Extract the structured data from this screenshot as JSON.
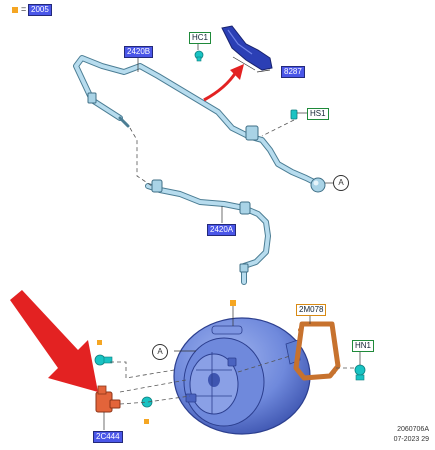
{
  "legend": {
    "marker_color": "#f5a623",
    "equals": "=",
    "code": "2005"
  },
  "labels": {
    "hc1": "HC1",
    "p2420b": "2420B",
    "p8287": "8287",
    "hs1": "HS1",
    "p2420a": "2420A",
    "p2m078": "2M078",
    "hn1": "HN1",
    "p2c444": "2C444"
  },
  "callouts": {
    "a_upper": "A",
    "a_lower": "A"
  },
  "footer": {
    "ref": "2060706A",
    "date": "07-2023 29"
  },
  "colors": {
    "pipe": "#a9d3e6",
    "booster": "#5f7ed1",
    "gasket": "#c7722e",
    "clip": "#19c3c3",
    "sensor": "#e3643a",
    "bracket": "#2b3fb5",
    "arrow": "#e32222"
  }
}
